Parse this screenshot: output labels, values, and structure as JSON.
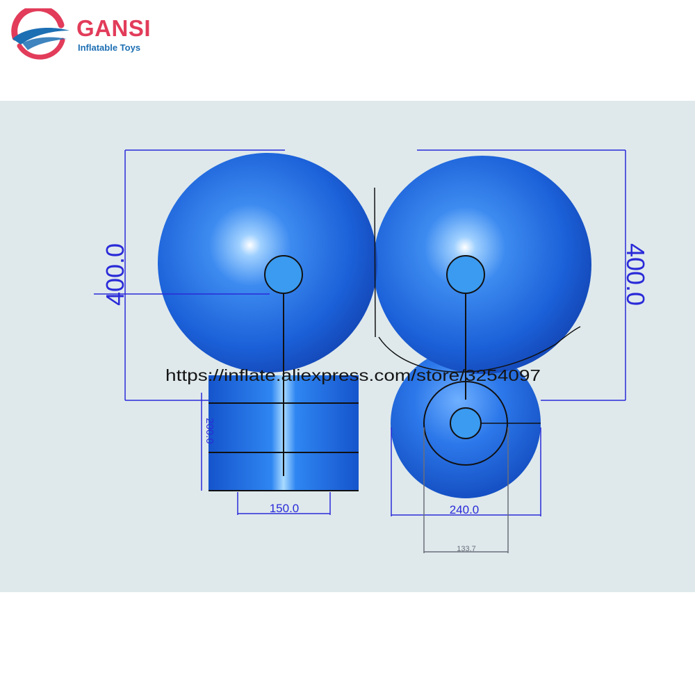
{
  "brand": {
    "name": "GANSI",
    "tagline": "Inflatable Toys",
    "primary_color": "#e23c5a",
    "secondary_color": "#1c6fb3",
    "logo_icon": "swoosh-ring-logo"
  },
  "diagram": {
    "body_color": "#1f66dd",
    "dimension_color": "#2a2ad8",
    "dimensions": {
      "left_height": "400.0",
      "right_height": "400.0",
      "cylinder_height": "200.0",
      "cylinder_width": "150.0",
      "small_sphere_width": "240.0",
      "inner_circle_width": "133.7"
    },
    "watermark": "https://inflate.aliexpress.com/store/3254097"
  }
}
